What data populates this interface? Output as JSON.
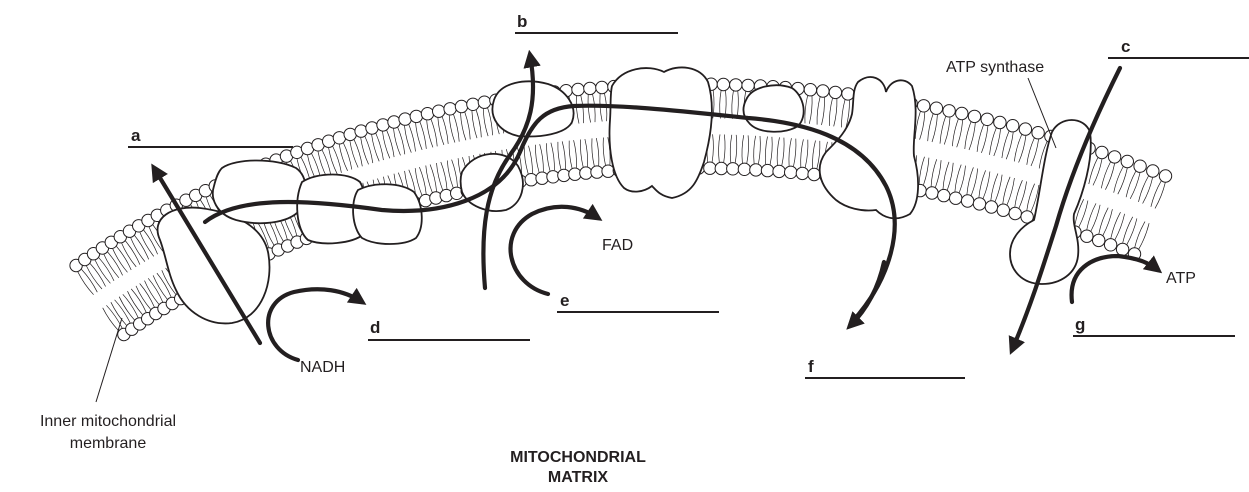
{
  "labels": {
    "a": "a",
    "b": "b",
    "c": "c",
    "d": "d",
    "e": "e",
    "f": "f",
    "g": "g",
    "atp_synthase": "ATP synthase",
    "fad": "FAD",
    "nadh": "NADH",
    "atp": "ATP",
    "membrane_line1": "Inner mitochondrial",
    "membrane_line2": "membrane",
    "matrix_line1": "MITOCHONDRIAL",
    "matrix_line2": "MATRIX"
  }
}
